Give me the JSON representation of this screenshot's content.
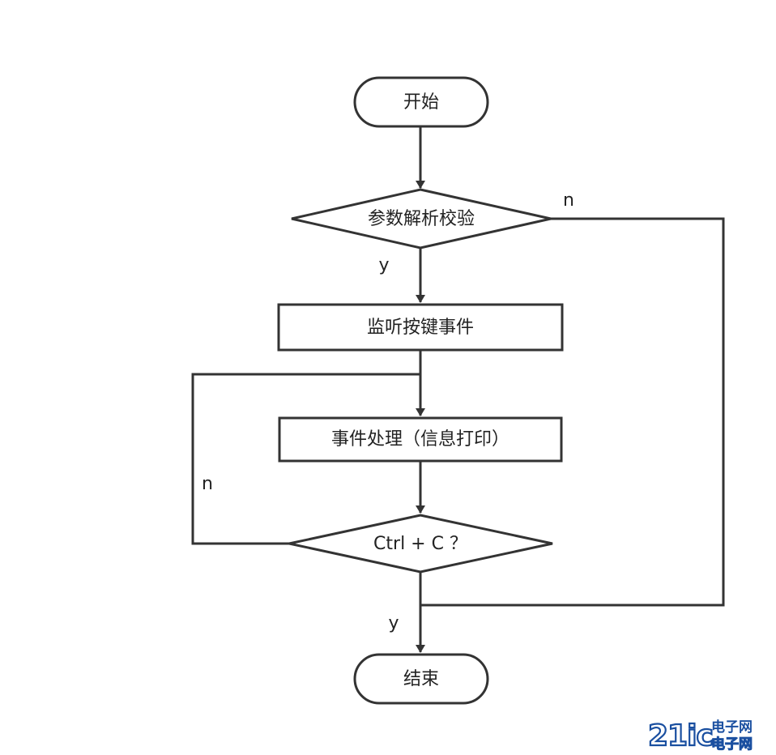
{
  "nodes": {
    "start": "开始",
    "parse_check": "参数解析校验",
    "listen_keys": "监听按键事件",
    "handle_event": "事件处理（信息打印）",
    "ctrl_c": "Ctrl + C ？",
    "end": "结束"
  },
  "edge_labels": {
    "parse_no": "n",
    "parse_yes": "y",
    "ctrl_c_no": "n",
    "ctrl_c_yes": "y"
  },
  "watermark": {
    "number": "21ic",
    "text_top": "电子网",
    "text_bottom": "电子网"
  },
  "colors": {
    "stroke": "#333333",
    "text": "#222222",
    "watermark": "#1a4fa0"
  }
}
